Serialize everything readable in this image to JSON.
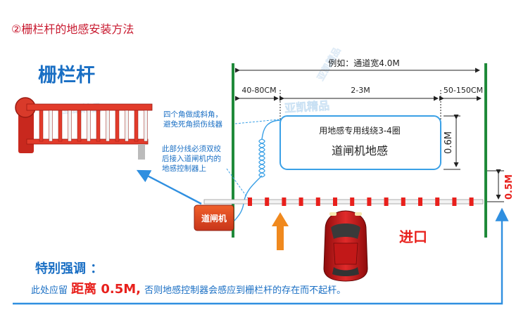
{
  "heading": "②栅栏杆的地感安装方法",
  "barrier_title": "栅栏杆",
  "watermark": "亚凯精品",
  "dimensions": {
    "total": "例如：通道宽4.0M",
    "left_gap": "40-80CM",
    "middle": "2-3M",
    "right_gap": "50-150CM",
    "loop_height": "0.6M",
    "bar_offset": "0.5M"
  },
  "notes": {
    "corner_1": "四个角做成斜角，",
    "corner_2": "避免死角损伤线器",
    "twist_1": "此部分线必须双绞",
    "twist_2": "后接入道闸机内的",
    "twist_3": "地感控制器上"
  },
  "loop": {
    "spec": "用地感专用线绕3-4圈",
    "name": "道闸机地感"
  },
  "machine_label": "道闸机",
  "entrance_label": "进口",
  "emphasis": {
    "title": "特别强调 ：",
    "prefix": "此处应留",
    "highlight": "距离 0.5M,",
    "suffix": " 否则地感控制器会感应到栅栏杆的存在而不起杆。"
  },
  "colors": {
    "heading": "#c8192f",
    "blue": "#1a6fc4",
    "arrow_blue": "#2f8fe0",
    "green_post": "#1f8a3a",
    "loop_stroke": "#3aa0e6",
    "red": "#e8201c",
    "orange": "#f0891e"
  }
}
